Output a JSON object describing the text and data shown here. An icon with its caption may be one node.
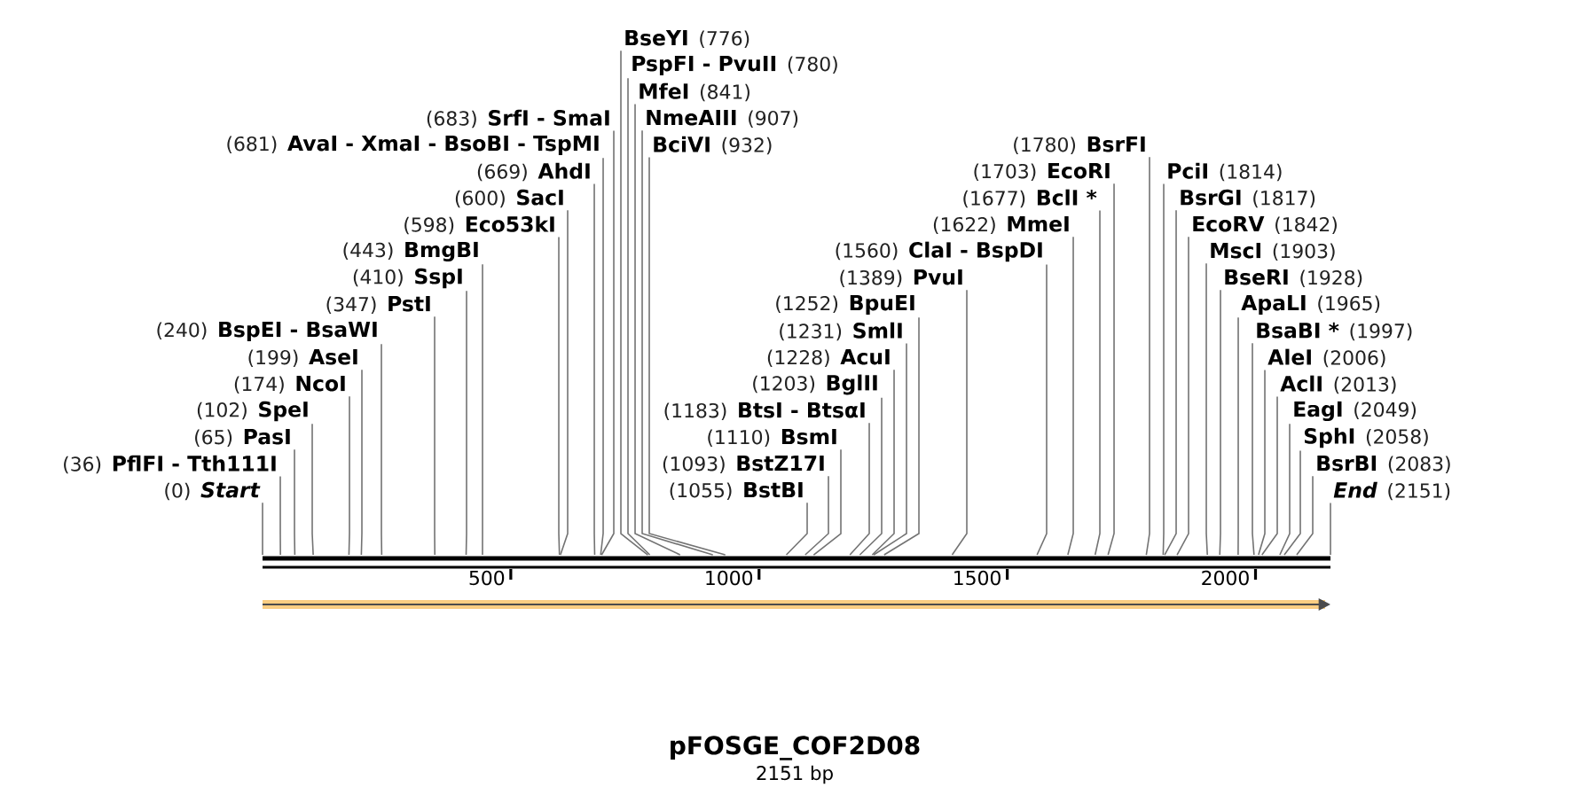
{
  "diagram": {
    "title": "pFOSGE_COF2D08",
    "caption": "2151 bp",
    "nodes": [
      {
        "text": [
          "BseYI",
          "(776)"
        ]
      },
      {
        "text": [
          "PspFI - PvuII",
          "(780)"
        ]
      },
      {
        "text": [
          "MfeI",
          "(841)"
        ]
      },
      {
        "text": [
          "(683)",
          "SrfI - SmaI"
        ]
      },
      {
        "text": [
          "NmeAIII",
          "(907)"
        ]
      },
      {
        "text": [
          "(681)",
          "AvaI - XmaI - BsoBI - TspMI"
        ]
      },
      {
        "text": [
          "BciVI",
          "(932)"
        ]
      },
      {
        "text": [
          "(1780)",
          "BsrFI"
        ]
      },
      {
        "text": [
          "(669)",
          "AhdI"
        ]
      },
      {
        "text": [
          "(1703)",
          "EcoRI"
        ]
      },
      {
        "text": [
          "PciI",
          "(1814)"
        ]
      },
      {
        "text": [
          "(600)",
          "SacI"
        ]
      },
      {
        "text": [
          "(1677)",
          "BclI *"
        ]
      },
      {
        "text": [
          "BsrGI",
          "(1817)"
        ]
      },
      {
        "text": [
          "(598)",
          "Eco53kI"
        ]
      },
      {
        "text": [
          "(1622)",
          "MmeI"
        ]
      },
      {
        "text": [
          "EcoRV",
          "(1842)"
        ]
      },
      {
        "text": [
          "(443)",
          "BmgBI"
        ]
      },
      {
        "text": [
          "(1560)",
          "ClaI - BspDI"
        ]
      },
      {
        "text": [
          "MscI",
          "(1903)"
        ]
      },
      {
        "text": [
          "(410)",
          "SspI"
        ]
      },
      {
        "text": [
          "(1389)",
          "PvuI"
        ]
      },
      {
        "text": [
          "BseRI",
          "(1928)"
        ]
      },
      {
        "text": [
          "(347)",
          "PstI"
        ]
      },
      {
        "text": [
          "(1252)",
          "BpuEI"
        ]
      },
      {
        "text": [
          "ApaLI",
          "(1965)"
        ]
      },
      {
        "text": [
          "(240)",
          "BspEI - BsaWI"
        ]
      },
      {
        "text": [
          "(1231)",
          "SmlI"
        ]
      },
      {
        "text": [
          "BsaBI *",
          "(1997)"
        ]
      },
      {
        "text": [
          "(199)",
          "AseI"
        ]
      },
      {
        "text": [
          "(1228)",
          "AcuI"
        ]
      },
      {
        "text": [
          "AleI",
          "(2006)"
        ]
      },
      {
        "text": [
          "(174)",
          "NcoI"
        ]
      },
      {
        "text": [
          "(1203)",
          "BglII"
        ]
      },
      {
        "text": [
          "AclI",
          "(2013)"
        ]
      },
      {
        "text": [
          "(102)",
          "SpeI"
        ]
      },
      {
        "text": [
          "(1183)",
          "BtsI - BtsαI"
        ]
      },
      {
        "text": [
          "EagI",
          "(2049)"
        ]
      },
      {
        "text": [
          "(65)",
          "PasI"
        ]
      },
      {
        "text": [
          "(1110)",
          "BsmI"
        ]
      },
      {
        "text": [
          "SphI",
          "(2058)"
        ]
      },
      {
        "text": [
          "(36)",
          "PflFI - Tth111I"
        ]
      },
      {
        "text": [
          "(1093)",
          "BstZ17I"
        ]
      },
      {
        "text": [
          "BsrBI",
          "(2083)"
        ]
      },
      {
        "text": [
          "(0)",
          "Start"
        ]
      },
      {
        "text": [
          "(1055)",
          "BstBI"
        ]
      },
      {
        "text": [
          "End",
          "(2151)"
        ]
      }
    ],
    "edges": [
      {
        "from": 0,
        "to": null,
        "arrow": "none"
      },
      {
        "from": 1,
        "to": null,
        "arrow": "none"
      },
      {
        "from": 2,
        "to": null,
        "arrow": "none"
      },
      {
        "from": 3,
        "to": null,
        "arrow": "none"
      },
      {
        "from": 4,
        "to": null,
        "arrow": "none"
      },
      {
        "from": 5,
        "to": null,
        "arrow": "none"
      },
      {
        "from": 6,
        "to": null,
        "arrow": "none"
      },
      {
        "from": 7,
        "to": null,
        "arrow": "none"
      },
      {
        "from": 8,
        "to": null,
        "arrow": "none"
      },
      {
        "from": 9,
        "to": null,
        "arrow": "none"
      },
      {
        "from": 10,
        "to": null,
        "arrow": "none"
      },
      {
        "from": 11,
        "to": null,
        "arrow": "none"
      },
      {
        "from": 12,
        "to": null,
        "arrow": "none"
      },
      {
        "from": 13,
        "to": null,
        "arrow": "none"
      },
      {
        "from": 14,
        "to": null,
        "arrow": "none"
      },
      {
        "from": 15,
        "to": null,
        "arrow": "none"
      },
      {
        "from": 16,
        "to": null,
        "arrow": "none"
      },
      {
        "from": 17,
        "to": null,
        "arrow": "none"
      },
      {
        "from": 18,
        "to": null,
        "arrow": "none"
      },
      {
        "from": 19,
        "to": null,
        "arrow": "none"
      },
      {
        "from": 20,
        "to": null,
        "arrow": "none"
      },
      {
        "from": 21,
        "to": null,
        "arrow": "none"
      },
      {
        "from": 22,
        "to": null,
        "arrow": "none"
      },
      {
        "from": 23,
        "to": null,
        "arrow": "none"
      },
      {
        "from": 24,
        "to": null,
        "arrow": "none"
      },
      {
        "from": 25,
        "to": null,
        "arrow": "none"
      },
      {
        "from": 26,
        "to": null,
        "arrow": "none"
      },
      {
        "from": 27,
        "to": null,
        "arrow": "none"
      },
      {
        "from": 28,
        "to": null,
        "arrow": "none"
      },
      {
        "from": 29,
        "to": null,
        "arrow": "none"
      },
      {
        "from": 30,
        "to": null,
        "arrow": "none"
      },
      {
        "from": 31,
        "to": null,
        "arrow": "none"
      },
      {
        "from": 32,
        "to": null,
        "arrow": "none"
      },
      {
        "from": 33,
        "to": null,
        "arrow": "none"
      },
      {
        "from": 34,
        "to": null,
        "arrow": "none"
      },
      {
        "from": 35,
        "to": null,
        "arrow": "none"
      },
      {
        "from": 36,
        "to": null,
        "arrow": "none"
      },
      {
        "from": 37,
        "to": null,
        "arrow": "none"
      },
      {
        "from": 38,
        "to": null,
        "arrow": "none"
      },
      {
        "from": 39,
        "to": null,
        "arrow": "none"
      },
      {
        "from": 40,
        "to": null,
        "arrow": "none"
      },
      {
        "from": 41,
        "to": null,
        "arrow": "none"
      },
      {
        "from": 42,
        "to": null,
        "arrow": "none"
      },
      {
        "from": 43,
        "to": null,
        "arrow": "none"
      },
      {
        "from": 44,
        "to": null,
        "arrow": "none"
      },
      {
        "from": 45,
        "to": null,
        "arrow": "none"
      },
      {
        "from": 46,
        "to": null,
        "arrow": "none"
      }
    ],
    "labels": [
      "500",
      "1000",
      "1500",
      "2000"
    ]
  }
}
